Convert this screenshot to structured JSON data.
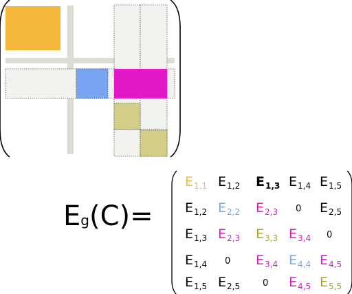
{
  "lhs": {
    "base": "E",
    "sub": "g",
    "arg": "(C)="
  },
  "colors": {
    "orange": "#f5b73b",
    "blue": "#78a4f2",
    "magenta": "#e218c9",
    "olive": "#d3cf88",
    "olive_text": "#a7a41f",
    "light_gray": "#f1f1ee",
    "guide_gray": "#dcdcd4"
  },
  "matrix": {
    "rows": [
      [
        {
          "base": "E",
          "sub": "1,1",
          "color": "orange"
        },
        {
          "base": "E",
          "sub": "1,2",
          "color": "black"
        },
        {
          "base": "E",
          "sub": "1,3",
          "color": "black",
          "bold": true
        },
        {
          "base": "E",
          "sub": "1,4",
          "color": "black"
        },
        {
          "base": "E",
          "sub": "1,5",
          "color": "black"
        }
      ],
      [
        {
          "base": "E",
          "sub": "1,2",
          "color": "black"
        },
        {
          "base": "E",
          "sub": "2,2",
          "color": "blue"
        },
        {
          "base": "E",
          "sub": "2,3",
          "color": "magenta"
        },
        {
          "base": "0",
          "sub": "",
          "color": "black"
        },
        {
          "base": "E",
          "sub": "2,5",
          "color": "black"
        }
      ],
      [
        {
          "base": "E",
          "sub": "1,3",
          "color": "black"
        },
        {
          "base": "E",
          "sub": "2,3",
          "color": "magenta"
        },
        {
          "base": "E",
          "sub": "3,3",
          "color": "olive_text"
        },
        {
          "base": "E",
          "sub": "3,4",
          "color": "magenta"
        },
        {
          "base": "0",
          "sub": "",
          "color": "black"
        }
      ],
      [
        {
          "base": "E",
          "sub": "1,4",
          "color": "black"
        },
        {
          "base": "0",
          "sub": "",
          "color": "black"
        },
        {
          "base": "E",
          "sub": "3,4",
          "color": "magenta"
        },
        {
          "base": "E",
          "sub": "4,4",
          "color": "blue"
        },
        {
          "base": "E",
          "sub": "4,5",
          "color": "magenta"
        }
      ],
      [
        {
          "base": "E",
          "sub": "1,5",
          "color": "black"
        },
        {
          "base": "E",
          "sub": "2,5",
          "color": "black"
        },
        {
          "base": "0",
          "sub": "",
          "color": "black"
        },
        {
          "base": "E",
          "sub": "4,5",
          "color": "magenta"
        },
        {
          "base": "E",
          "sub": "5,5",
          "color": "olive_text"
        }
      ]
    ]
  }
}
